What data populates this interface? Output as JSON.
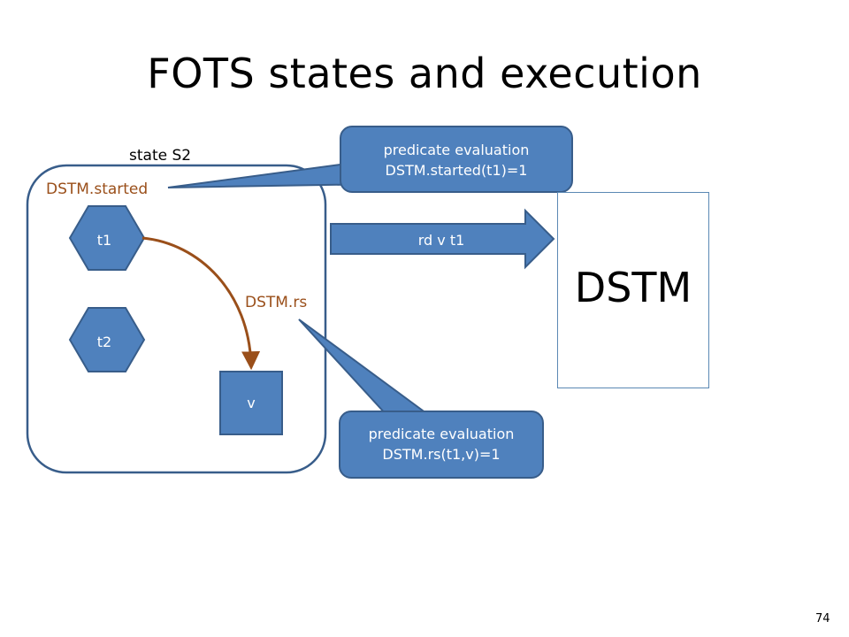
{
  "slide": {
    "title": "FOTS states and execution",
    "page_number": "74"
  },
  "state": {
    "label": "state S2",
    "started_label": "DSTM.started",
    "rs_label": "DSTM.rs"
  },
  "nodes": {
    "t1": "t1",
    "t2": "t2",
    "v": "v"
  },
  "arrow": {
    "label": "rd v t1"
  },
  "dstm": {
    "label": "DSTM"
  },
  "callouts": {
    "top": {
      "line1": "predicate evaluation",
      "line2": "DSTM.started(t1)=1"
    },
    "bottom": {
      "line1": "predicate evaluation",
      "line2": "DSTM.rs(t1,v)=1"
    }
  },
  "colors": {
    "fill_blue": "#4f81bd",
    "stroke_blue": "#385d8a",
    "edge_brown": "#9a4f1a"
  }
}
